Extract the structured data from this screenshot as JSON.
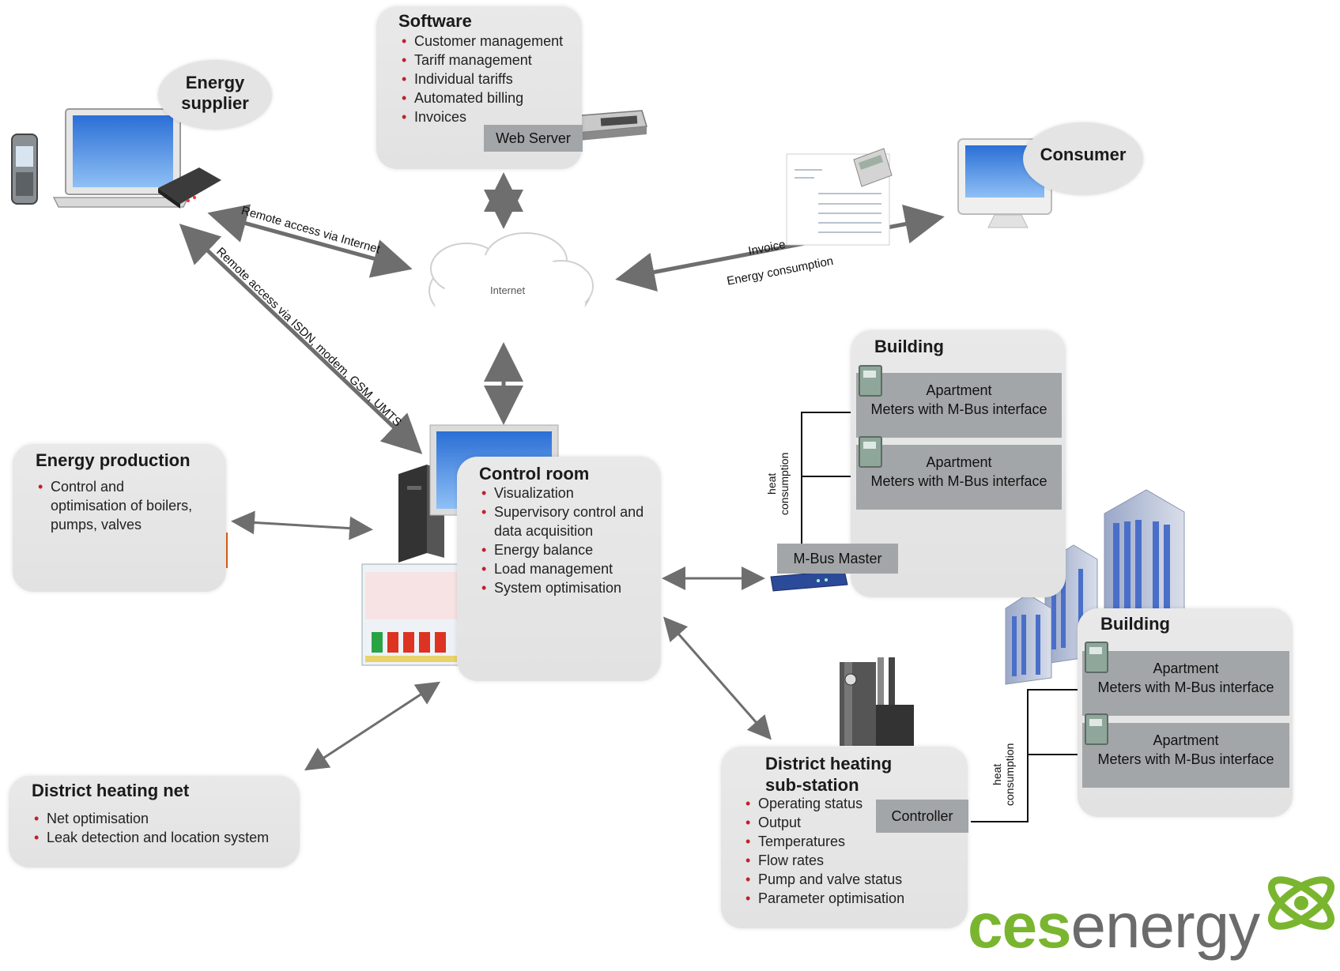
{
  "software": {
    "title": "Software",
    "items": [
      "Customer management",
      "Tariff management",
      "Individual tariffs",
      "Automated billing",
      "Invoices"
    ],
    "server_label": "Web Server"
  },
  "energy_supplier": {
    "label": "Energy\nsupplier"
  },
  "consumer": {
    "label": "Consumer"
  },
  "internet": {
    "label": "Internet"
  },
  "connections": {
    "remote_internet": "Remote access via Internet",
    "remote_isdn": "Remote access via ISDN, modem, GSM, UMTS",
    "invoice": "Invoice",
    "energy_consumption": "Energy consumption"
  },
  "energy_production": {
    "title": "Energy production",
    "items": [
      "Control and\noptimisation of boilers,\npumps, valves"
    ]
  },
  "control_room": {
    "title": "Control room",
    "items": [
      "Visualization",
      "Supervisory control and\ndata acquisition",
      "Energy balance",
      "Load management",
      "System optimisation"
    ]
  },
  "district_heating_net": {
    "title": "District heating net",
    "items": [
      "Net optimisation",
      "Leak detection and location system"
    ]
  },
  "building_1": {
    "title": "Building",
    "apartments": [
      {
        "name": "Apartment",
        "meter": "Meters with M-Bus interface"
      },
      {
        "name": "Apartment",
        "meter": "Meters with M-Bus interface"
      }
    ],
    "mbus_label": "M-Bus Master",
    "heat_label": "heat\nconsumption"
  },
  "building_2": {
    "title": "Building",
    "apartments": [
      {
        "name": "Apartment",
        "meter": "Meters with M-Bus interface"
      },
      {
        "name": "Apartment",
        "meter": "Meters with M-Bus interface"
      }
    ],
    "heat_label": "heat\nconsumption"
  },
  "substation": {
    "title": "District heating\nsub-station",
    "items": [
      "Operating status",
      "Output",
      "Temperatures",
      "Flow rates",
      "Pump and valve status",
      "Parameter optimisation"
    ],
    "controller_label": "Controller"
  },
  "logo": {
    "part1": "ces",
    "part2": "energy",
    "color_green": "#7ab52f",
    "color_gray": "#6b6b6b"
  },
  "colors": {
    "bullet": "#c0202a",
    "box": "#e6e6e6",
    "bar": "#a3a6a8",
    "arrow": "#6e6e6e"
  }
}
